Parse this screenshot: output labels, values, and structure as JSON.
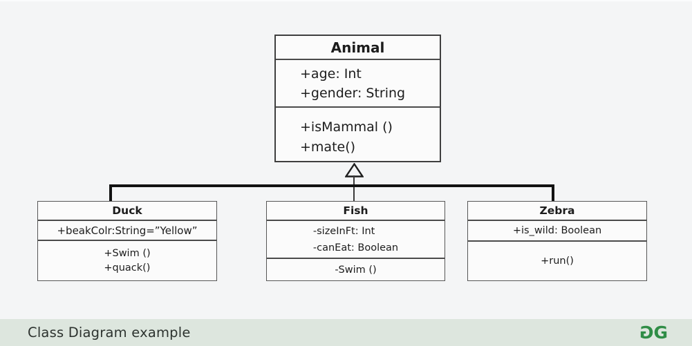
{
  "diagram": {
    "animal": {
      "name": "Animal",
      "attributes": [
        "+age: Int",
        "+gender: String"
      ],
      "methods": [
        "+isMammal ()",
        "+mate()"
      ]
    },
    "duck": {
      "name": "Duck",
      "attributes": [
        "+beakColr:String=”Yellow”"
      ],
      "methods": [
        "+Swim ()",
        "+quack()"
      ]
    },
    "fish": {
      "name": "Fish",
      "attributes": [
        "-sizeInFt: Int",
        "-canEat: Boolean"
      ],
      "methods": [
        "-Swim ()"
      ]
    },
    "zebra": {
      "name": "Zebra",
      "attributes": [
        "+is_wild: Boolean"
      ],
      "methods": [
        "+run()"
      ]
    },
    "relationship": "inheritance"
  },
  "footer": {
    "caption": "Class Diagram example",
    "logo": "geeksforgeeks-logo",
    "logo_letters": {
      "left": "G",
      "right": "G"
    }
  },
  "colors": {
    "page_bg": "#f4f5f6",
    "box_bg": "#fbfbfb",
    "box_border": "#4a4a4a",
    "connector": "#121212",
    "footer_bg": "#dde6de",
    "footer_text": "#2d332f",
    "logo_green": "#2f8d46"
  }
}
